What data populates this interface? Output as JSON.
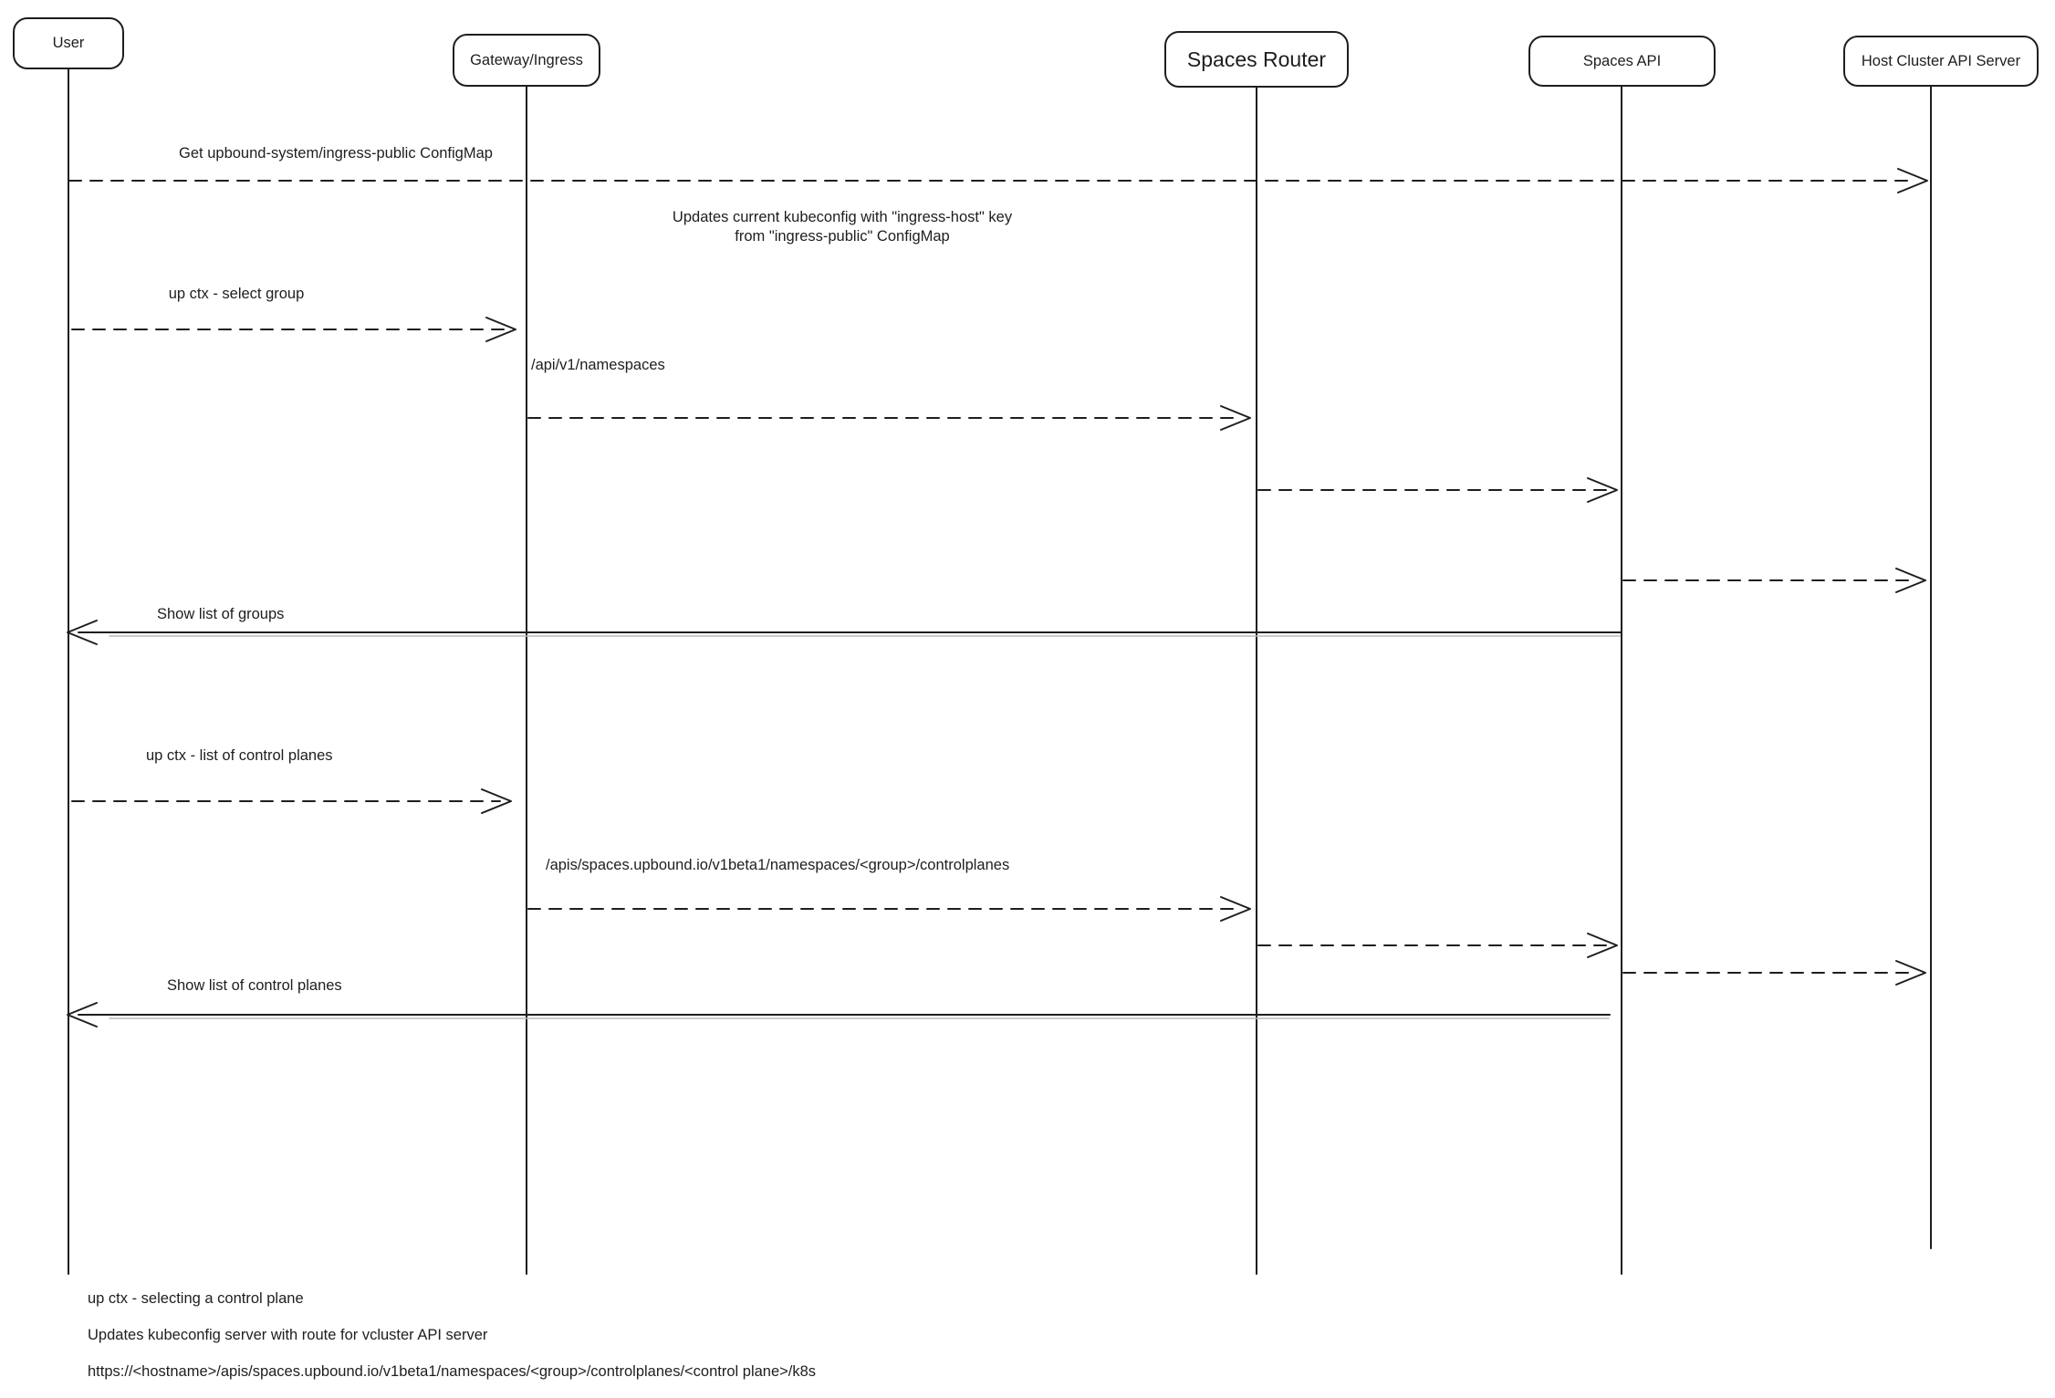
{
  "colors": {
    "stroke": "#1e1e1e",
    "background": "#ffffff",
    "ghost_stroke": "#b9b9b9"
  },
  "actors": [
    {
      "name": "User"
    },
    {
      "name": "Gateway/Ingress"
    },
    {
      "name": "Spaces Router"
    },
    {
      "name": "Spaces API"
    },
    {
      "name": "Host Cluster API Server"
    }
  ],
  "messages": [
    {
      "label": "Get upbound-system/ingress-public ConfigMap",
      "from": "User",
      "to": "Host Cluster API Server",
      "style": "dashed"
    },
    {
      "label": "up ctx - select group",
      "from": "User",
      "to": "Gateway/Ingress",
      "style": "dashed"
    },
    {
      "label": "/api/v1/namespaces",
      "from": "Gateway/Ingress",
      "to": "Spaces Router",
      "style": "dashed"
    },
    {
      "label": "",
      "from": "Spaces Router",
      "to": "Spaces API",
      "style": "dashed"
    },
    {
      "label": "",
      "from": "Spaces API",
      "to": "Host Cluster API Server",
      "style": "dashed"
    },
    {
      "label": "Show list of groups",
      "from": "Spaces API",
      "to": "User",
      "style": "solid"
    },
    {
      "label": "up ctx - list of control planes",
      "from": "User",
      "to": "Gateway/Ingress",
      "style": "dashed"
    },
    {
      "label": "/apis/spaces.upbound.io/v1beta1/namespaces/<group>/controlplanes",
      "from": "Gateway/Ingress",
      "to": "Spaces Router",
      "style": "dashed"
    },
    {
      "label": "",
      "from": "Spaces Router",
      "to": "Spaces API",
      "style": "dashed"
    },
    {
      "label": "",
      "from": "Spaces API",
      "to": "Host Cluster API Server",
      "style": "dashed"
    },
    {
      "label": "Show list of control planes",
      "from": "Spaces API",
      "to": "User",
      "style": "solid"
    }
  ],
  "note": {
    "line1": "Updates current kubeconfig with \"ingress-host\" key",
    "line2": "from \"ingress-public\" ConfigMap"
  },
  "footer": [
    "up ctx - selecting a control plane",
    "Updates kubeconfig server with route for vcluster API server",
    "https://<hostname>/apis/spaces.upbound.io/v1beta1/namespaces/<group>/controlplanes/<control plane>/k8s"
  ]
}
